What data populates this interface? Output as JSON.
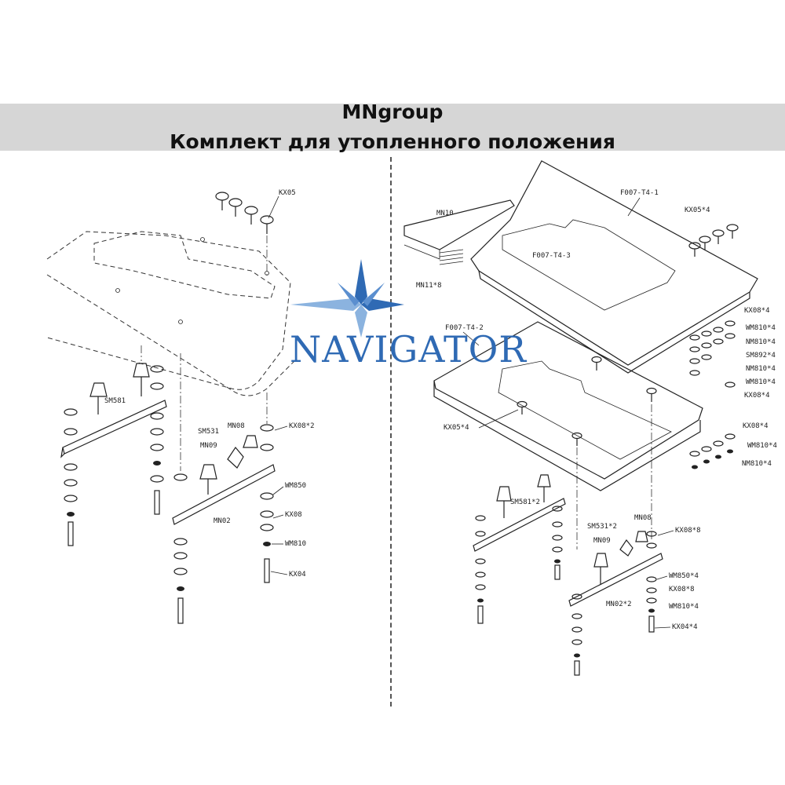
{
  "header": {
    "title": "MNgroup",
    "subtitle": "Комплект для утопленного положения"
  },
  "logo": {
    "text": "NAVIGATOR",
    "color": "#2f6ab4",
    "icon": "compass-star-icon"
  },
  "left_labels": {
    "kx05": "KX05",
    "sm581": "SM581",
    "sm531": "SM531",
    "mn08": "MN08",
    "mn09": "MN09",
    "kx08x2": "KX08*2",
    "wm850": "WM850",
    "kx08": "KX08",
    "wm810": "WM810",
    "kx04": "KX04",
    "mn02": "MN02"
  },
  "right_labels": {
    "mn10": "MN10",
    "mn11x8": "MN11*8",
    "f007_t4_1": "F007-T4-1",
    "f007_t4_3": "F007-T4-3",
    "kx05x4_top": "KX05*4",
    "kx08x4_a": "KX08*4",
    "wm810x4_a": "WM810*4",
    "nm810x4_a": "NM810*4",
    "sm892x4": "SM892*4",
    "nm810x4_b": "NM810*4",
    "wm810x4_b": "WM810*4",
    "kx08x4_b": "KX08*4",
    "f007_t4_2": "F007-T4-2",
    "kx05x4_mid": "KX05*4",
    "kx08x4_c": "KX08*4",
    "wm810x4_c": "WM810*4",
    "nm810x4_c": "NM810*4",
    "sm581x2": "SM581*2",
    "mn08": "MN08",
    "sm531x2": "SM531*2",
    "mn09": "MN09",
    "kx08x8_a": "KX08*8",
    "wm850x4": "WM850*4",
    "kx08x8_b": "KX08*8",
    "wm810x4_d": "WM810*4",
    "kx04x4": "KX04*4",
    "mn02x2": "MN02*2"
  }
}
